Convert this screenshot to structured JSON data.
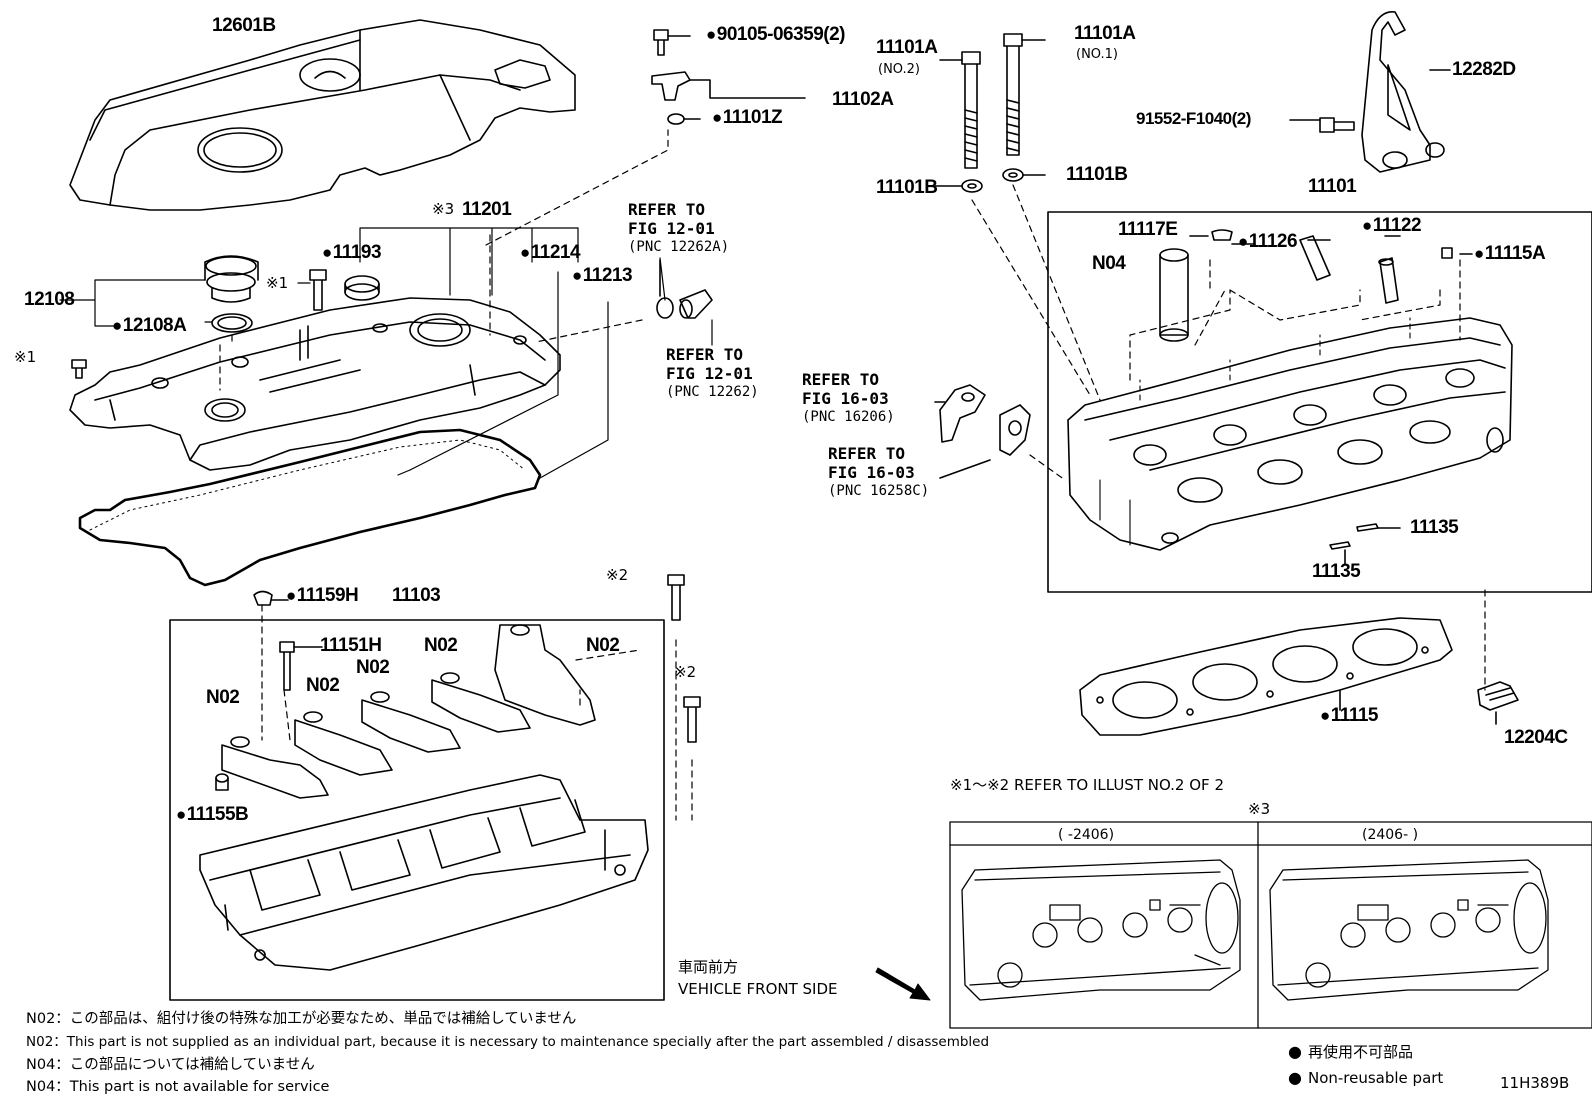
{
  "labels": {
    "p12601B": "12601B",
    "p90105": "90105-06359(2)",
    "p11101A_no2": "11101A",
    "no2": "(NO.2)",
    "p11101A_no1": "11101A",
    "no1": "(NO.1)",
    "p12282D": "12282D",
    "p11102A": "11102A",
    "p11101Z": "11101Z",
    "p91552": "91552-F1040(2)",
    "p11101B_left": "11101B",
    "p11101B_right": "11101B",
    "p11101": "11101",
    "p11201": "11201",
    "p11201_mark": "※3",
    "p11193": "11193",
    "p11214": "11214",
    "p11213": "11213",
    "p12108": "12108",
    "p12108A": "12108A",
    "p11117E": "11117E",
    "p11126": "11126",
    "p11122": "11122",
    "p11115A": "11115A",
    "pN04": "N04",
    "p11135_a": "11135",
    "p11135_b": "11135",
    "p11159H": "11159H",
    "p11103": "11103",
    "p11151H": "11151H",
    "pN02_a": "N02",
    "pN02_b": "N02",
    "pN02_c": "N02",
    "pN02_d": "N02",
    "pN02_e": "N02",
    "p11155B": "11155B",
    "p11115": "11115",
    "p12204C": "12204C"
  },
  "marks": {
    "m1_top": "※1",
    "m1_left": "※1",
    "m2_a": "※2",
    "m2_b": "※2"
  },
  "refs": {
    "r1": {
      "line1": "REFER TO",
      "line2": "FIG 12-01",
      "line3": "(PNC 12262A)"
    },
    "r2": {
      "line1": "REFER TO",
      "line2": "FIG 12-01",
      "line3": "(PNC 12262)"
    },
    "r3": {
      "line1": "REFER TO",
      "line2": "FIG 16-03",
      "line3": "(PNC 16206)"
    },
    "r4": {
      "line1": "REFER TO",
      "line2": "FIG 16-03",
      "line3": "(PNC 16258C)"
    }
  },
  "inset": {
    "refer_note": "※1～※2  REFER TO ILLUST NO.2 OF 2",
    "mark": "※3",
    "col_left": "(      -2406)",
    "col_right": "(2406-      )"
  },
  "front": {
    "jp": "車両前方",
    "en": "VEHICLE FRONT SIDE"
  },
  "notes": [
    "N02：この部品は、組付け後の特殊な加工が必要なため、単品では補給していません",
    "N02：This part is not supplied as an individual part, because it is necessary to maintenance specially after the part assembled / disassembled",
    "N04：この部品については補給していません",
    "N04：This part is not available for service"
  ],
  "legend": {
    "jp": "再使用不可部品",
    "en": "Non-reusable part"
  },
  "figure_id": "11H389B"
}
